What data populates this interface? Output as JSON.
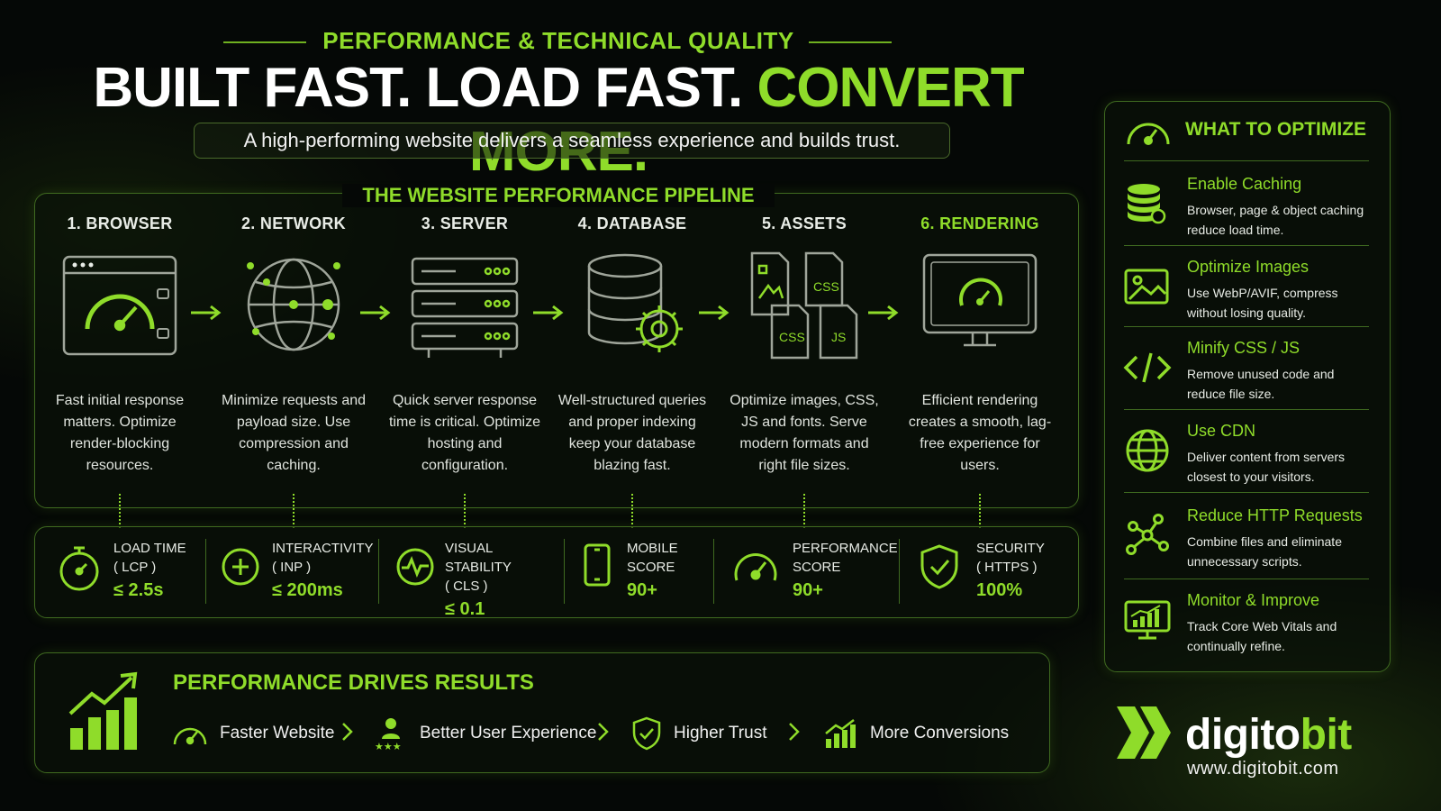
{
  "header": {
    "kicker": "PERFORMANCE & TECHNICAL QUALITY",
    "headline_white": "BUILT FAST. LOAD FAST.",
    "headline_green": "CONVERT MORE.",
    "subtitle": "A high-performing website delivers a seamless experience and builds trust."
  },
  "pipeline": {
    "title": "THE WEBSITE PERFORMANCE PIPELINE",
    "steps": [
      {
        "title": "1. BROWSER",
        "icon": "browser-gauge-icon",
        "desc": "Fast initial response matters. Optimize render-blocking resources."
      },
      {
        "title": "2. NETWORK",
        "icon": "globe-network-icon",
        "desc": "Minimize requests and payload size. Use compression and caching."
      },
      {
        "title": "3. SERVER",
        "icon": "server-rack-icon",
        "desc": "Quick server response time is critical. Optimize hosting and configuration."
      },
      {
        "title": "4. DATABASE",
        "icon": "database-gear-icon",
        "desc": "Well-structured queries and proper indexing keep your database blazing fast."
      },
      {
        "title": "5. ASSETS",
        "icon": "asset-files-icon",
        "desc": "Optimize images, CSS, JS and fonts. Serve modern formats and right file sizes."
      },
      {
        "title": "6. RENDERING",
        "icon": "monitor-gauge-icon",
        "desc": "Efficient rendering creates a smooth, lag-free experience for users."
      }
    ]
  },
  "metrics": [
    {
      "label1": "LOAD TIME",
      "label2": "( LCP )",
      "value": "≤ 2.5s",
      "icon": "stopwatch-icon"
    },
    {
      "label1": "INTERACTIVITY",
      "label2": "( INP )",
      "value": "≤ 200ms",
      "icon": "plus-circle-icon"
    },
    {
      "label1": "VISUAL STABILITY",
      "label2": "( CLS )",
      "value": "≤ 0.1",
      "icon": "pulse-circle-icon"
    },
    {
      "label1": "MOBILE",
      "label2": "SCORE",
      "value": "90+",
      "icon": "mobile-phone-icon"
    },
    {
      "label1": "PERFORMANCE",
      "label2": "SCORE",
      "value": "90+",
      "icon": "speedometer-icon"
    },
    {
      "label1": "SECURITY",
      "label2": "( HTTPS )",
      "value": "100%",
      "icon": "shield-check-icon"
    }
  ],
  "results": {
    "title": "PERFORMANCE DRIVES RESULTS",
    "items": [
      {
        "label": "Faster Website",
        "icon": "gauge-icon"
      },
      {
        "label": "Better User Experience",
        "icon": "user-stars-icon"
      },
      {
        "label": "Higher Trust",
        "icon": "shield-check-icon"
      },
      {
        "label": "More Conversions",
        "icon": "growth-chart-icon"
      }
    ]
  },
  "optimize": {
    "title": "WHAT TO OPTIMIZE",
    "items": [
      {
        "title": "Enable Caching",
        "desc": "Browser, page & object caching reduce load time.",
        "icon": "database-cache-icon"
      },
      {
        "title": "Optimize Images",
        "desc": "Use WebP/AVIF, compress without losing quality.",
        "icon": "image-icon"
      },
      {
        "title": "Minify CSS / JS",
        "desc": "Remove unused code and reduce file size.",
        "icon": "code-icon"
      },
      {
        "title": "Use CDN",
        "desc": "Deliver content from servers closest to your visitors.",
        "icon": "globe-icon"
      },
      {
        "title": "Reduce HTTP Requests",
        "desc": "Combine files and eliminate unnecessary scripts.",
        "icon": "nodes-icon"
      },
      {
        "title": "Monitor & Improve",
        "desc": "Track Core Web Vitals and continually refine.",
        "icon": "monitor-chart-icon"
      }
    ]
  },
  "brand": {
    "name_white": "digito",
    "name_green": "bit",
    "url": "www.digitobit.com"
  },
  "colors": {
    "accent": "#8fdc2a",
    "background": "#050806",
    "border": "#3f6a20"
  }
}
